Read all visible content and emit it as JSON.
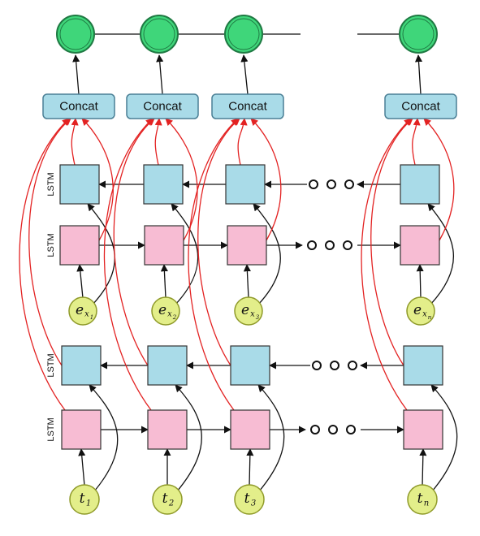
{
  "concat_label": "Concat",
  "lstm_label": "LSTM",
  "colors": {
    "output_fill": "#3fd67a",
    "output_stroke": "#1f7a43",
    "concat_fill": "#a9dbe8",
    "concat_stroke": "#4a7f95",
    "lstm_backward_fill": "#a9dbe8",
    "lstm_forward_fill": "#f7bcd3",
    "lstm_stroke": "#333333",
    "input_fill": "#e3ee8a",
    "input_stroke": "#8f9a2a",
    "skip_arrow": "#e32222",
    "flow_arrow": "#111111"
  },
  "columns": [
    {
      "input_top": {
        "main": "e",
        "sub": "x",
        "subsub": "1"
      },
      "input_bottom": {
        "main": "t",
        "sub": "1"
      }
    },
    {
      "input_top": {
        "main": "e",
        "sub": "x",
        "subsub": "2"
      },
      "input_bottom": {
        "main": "t",
        "sub": "2"
      }
    },
    {
      "input_top": {
        "main": "e",
        "sub": "x",
        "subsub": "3"
      },
      "input_bottom": {
        "main": "t",
        "sub": "3"
      }
    },
    {
      "input_top": {
        "main": "e",
        "sub": "x",
        "subsub": "n"
      },
      "input_bottom": {
        "main": "t",
        "sub": "n"
      }
    }
  ],
  "ellipsis_icon": "ellipsis-circles-icon"
}
